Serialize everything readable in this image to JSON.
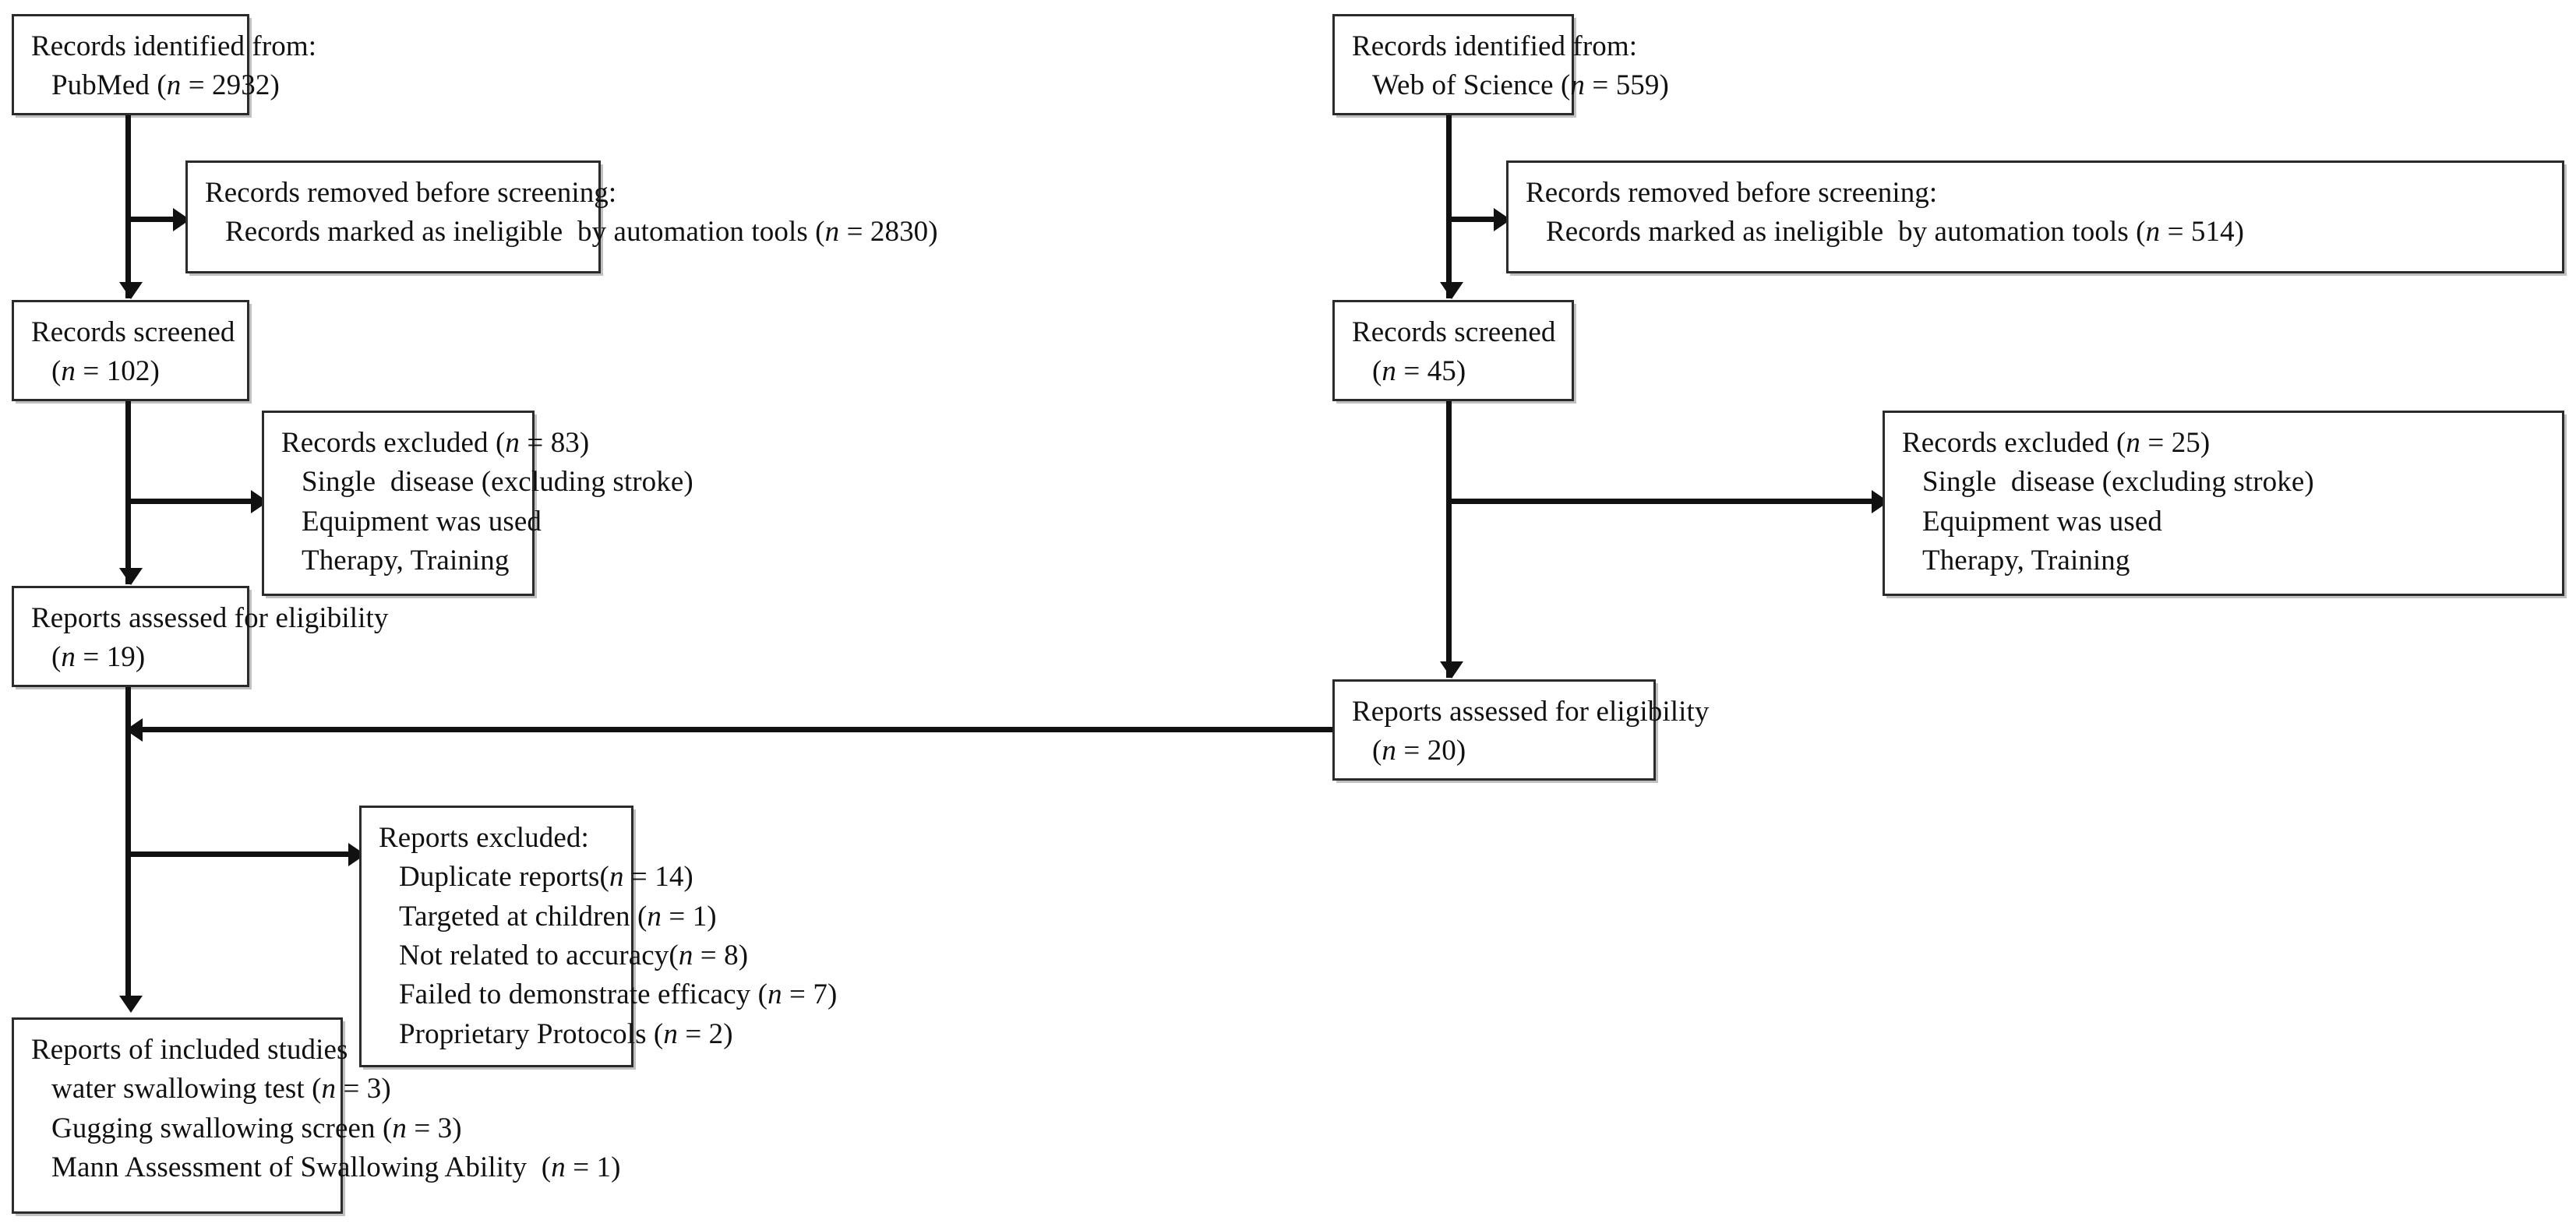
{
  "diagram": {
    "type": "prisma-flow-diagram",
    "title": "PRISMA study selection flow diagram",
    "stroke_color": "#111111",
    "box_border_color": "#2b2b2b",
    "background_color": "#ffffff"
  },
  "boxes": {
    "identified_left": {
      "name": "Records identified from PubMed",
      "lines": [
        {
          "text": "Records identified from:",
          "indent": false
        },
        {
          "text": "PubMed (n = 2932)",
          "indent": true
        }
      ],
      "source": "PubMed",
      "n": 2932
    },
    "removed_left": {
      "name": "Records removed before screening (PubMed)",
      "lines": [
        {
          "text": "Records removed before screening:",
          "indent": false
        },
        {
          "text": "Records marked as ineligible  by automation tools (n = 2830)",
          "indent": true
        }
      ],
      "n": 2830
    },
    "screened_left": {
      "name": "Records screened (PubMed)",
      "lines": [
        {
          "text": "Records screened",
          "indent": false
        },
        {
          "text": "(n = 102)",
          "indent": true
        }
      ],
      "n": 102
    },
    "excluded_left": {
      "name": "Records excluded (PubMed)",
      "lines": [
        {
          "text": "Records excluded (n = 83)",
          "indent": false
        },
        {
          "text": "Single  disease (excluding stroke)",
          "indent": true
        },
        {
          "text": "Equipment was used",
          "indent": true
        },
        {
          "text": "Therapy, Training",
          "indent": true
        }
      ],
      "n": 83
    },
    "eligibility_left": {
      "name": "Reports assessed for eligibility (PubMed)",
      "lines": [
        {
          "text": "Reports assessed for eligibility",
          "indent": false
        },
        {
          "text": "(n = 19)",
          "indent": true
        }
      ],
      "n": 19
    },
    "identified_right": {
      "name": "Records identified from Web of Science",
      "lines": [
        {
          "text": "Records identified from:",
          "indent": false
        },
        {
          "text": "Web of Science (n = 559)",
          "indent": true
        }
      ],
      "source": "Web of Science",
      "n": 559
    },
    "removed_right": {
      "name": "Records removed before screening (Web of Science)",
      "lines": [
        {
          "text": "Records removed before screening:",
          "indent": false
        },
        {
          "text": "Records marked as ineligible  by automation tools (n = 514)",
          "indent": true
        }
      ],
      "n": 514
    },
    "screened_right": {
      "name": "Records screened (Web of Science)",
      "lines": [
        {
          "text": "Records screened",
          "indent": false
        },
        {
          "text": "(n = 45)",
          "indent": true
        }
      ],
      "n": 45
    },
    "excluded_right": {
      "name": "Records excluded (Web of Science)",
      "lines": [
        {
          "text": "Records excluded (n = 25)",
          "indent": false
        },
        {
          "text": "Single  disease (excluding stroke)",
          "indent": true
        },
        {
          "text": "Equipment was used",
          "indent": true
        },
        {
          "text": "Therapy, Training",
          "indent": true
        }
      ],
      "n": 25
    },
    "eligibility_right": {
      "name": "Reports assessed for eligibility (Web of Science)",
      "lines": [
        {
          "text": "Reports assessed for eligibility",
          "indent": false
        },
        {
          "text": "(n = 20)",
          "indent": true
        }
      ],
      "n": 20
    },
    "reports_excluded": {
      "name": "Reports excluded with reasons",
      "lines": [
        {
          "text": "Reports excluded:",
          "indent": false
        },
        {
          "text": "Duplicate reports(n = 14)",
          "indent": true
        },
        {
          "text": "Targeted at children (n = 1)",
          "indent": true
        },
        {
          "text": "Not related to accuracy(n = 8)",
          "indent": true
        },
        {
          "text": "Failed to demonstrate efficacy (n = 7)",
          "indent": true
        },
        {
          "text": "Proprietary Protocols (n = 2)",
          "indent": true
        }
      ],
      "reasons": [
        {
          "label": "Duplicate reports",
          "n": 14
        },
        {
          "label": "Targeted at children",
          "n": 1
        },
        {
          "label": "Not related to accuracy",
          "n": 8
        },
        {
          "label": "Failed to demonstrate efficacy",
          "n": 7
        },
        {
          "label": "Proprietary Protocols",
          "n": 2
        }
      ]
    },
    "included": {
      "name": "Reports of included studies",
      "lines": [
        {
          "text": "Reports of included studies",
          "indent": false
        },
        {
          "text": "water swallowing test (n = 3)",
          "indent": true
        },
        {
          "text": "Gugging swallowing screen (n = 3)",
          "indent": true
        },
        {
          "text": "Mann Assessment of Swallowing Ability  (n = 1)",
          "indent": true
        }
      ],
      "included_tests": [
        {
          "label": "water swallowing test",
          "n": 3
        },
        {
          "label": "Gugging swallowing screen",
          "n": 3
        },
        {
          "label": "Mann Assessment of Swallowing Ability",
          "n": 1
        }
      ]
    }
  }
}
